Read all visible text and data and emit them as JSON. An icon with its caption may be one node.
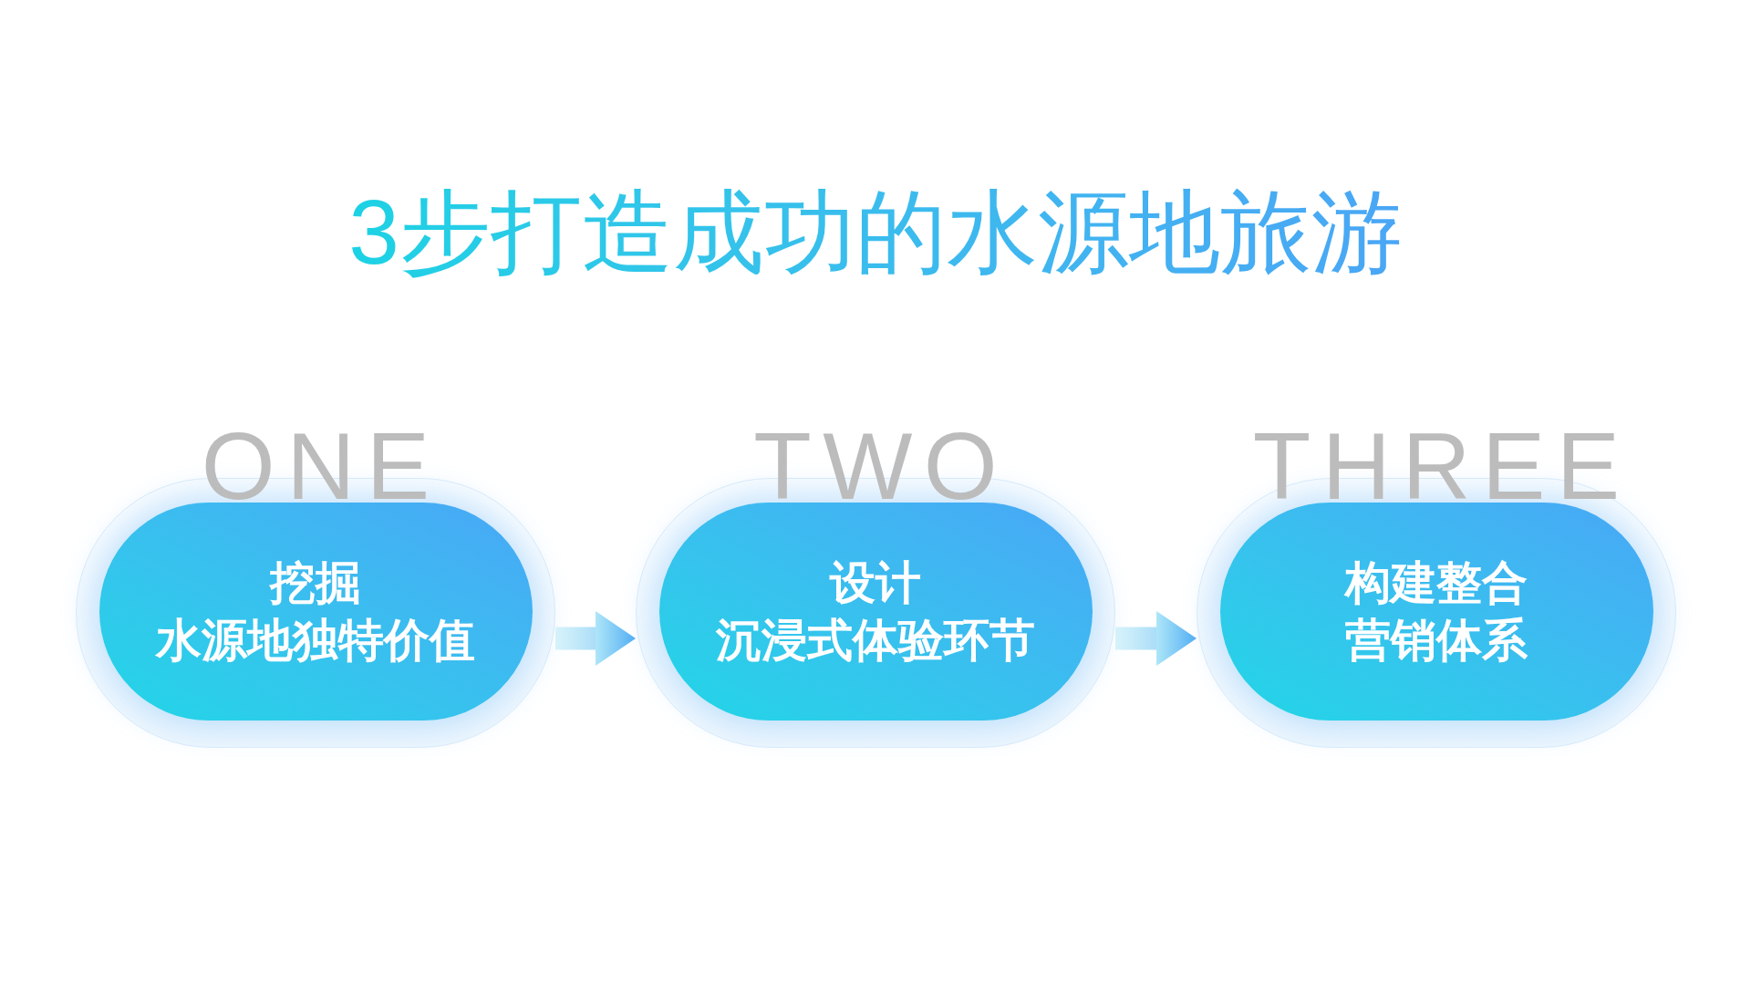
{
  "diagram": {
    "title": "3步打造成功的水源地旅游",
    "nodes": [
      {
        "text": [
          "挖掘",
          "水源地独特价值"
        ],
        "beside": [
          "ONE"
        ]
      },
      {
        "text": [
          "设计",
          "沉浸式体验环节"
        ],
        "beside": [
          "TWO"
        ]
      },
      {
        "text": [
          "构建整合",
          "营销体系"
        ],
        "beside": [
          "THREE"
        ]
      }
    ],
    "edges": [
      {
        "from": 0,
        "to": 1,
        "arrow": "to"
      },
      {
        "from": 1,
        "to": 2,
        "arrow": "to"
      }
    ]
  }
}
